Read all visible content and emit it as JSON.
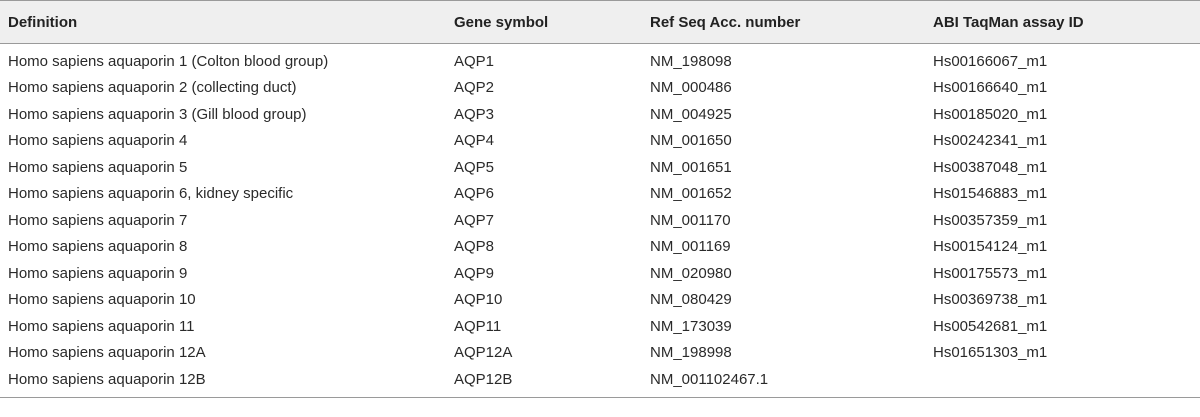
{
  "table": {
    "headers": [
      "Definition",
      "Gene symbol",
      "Ref Seq Acc. number",
      "ABI TaqMan assay ID"
    ],
    "rows": [
      [
        "Homo sapiens aquaporin 1 (Colton blood group)",
        "AQP1",
        "NM_198098",
        "Hs00166067_m1"
      ],
      [
        "Homo sapiens aquaporin 2 (collecting duct)",
        "AQP2",
        "NM_000486",
        "Hs00166640_m1"
      ],
      [
        "Homo sapiens aquaporin 3 (Gill blood group)",
        "AQP3",
        "NM_004925",
        "Hs00185020_m1"
      ],
      [
        "Homo sapiens aquaporin 4",
        "AQP4",
        "NM_001650",
        "Hs00242341_m1"
      ],
      [
        "Homo sapiens aquaporin 5",
        "AQP5",
        "NM_001651",
        "Hs00387048_m1"
      ],
      [
        "Homo sapiens aquaporin 6, kidney specific",
        "AQP6",
        "NM_001652",
        "Hs01546883_m1"
      ],
      [
        "Homo sapiens aquaporin 7",
        "AQP7",
        "NM_001170",
        "Hs00357359_m1"
      ],
      [
        "Homo sapiens aquaporin 8",
        "AQP8",
        "NM_001169",
        "Hs00154124_m1"
      ],
      [
        "Homo sapiens aquaporin 9",
        "AQP9",
        "NM_020980",
        "Hs00175573_m1"
      ],
      [
        "Homo sapiens aquaporin 10",
        "AQP10",
        "NM_080429",
        "Hs00369738_m1"
      ],
      [
        "Homo sapiens aquaporin 11",
        "AQP11",
        "NM_173039",
        "Hs00542681_m1"
      ],
      [
        "Homo sapiens aquaporin 12A",
        "AQP12A",
        "NM_198998",
        "Hs01651303_m1"
      ],
      [
        "Homo sapiens aquaporin 12B",
        "AQP12B",
        "NM_001102467.1",
        ""
      ]
    ]
  }
}
